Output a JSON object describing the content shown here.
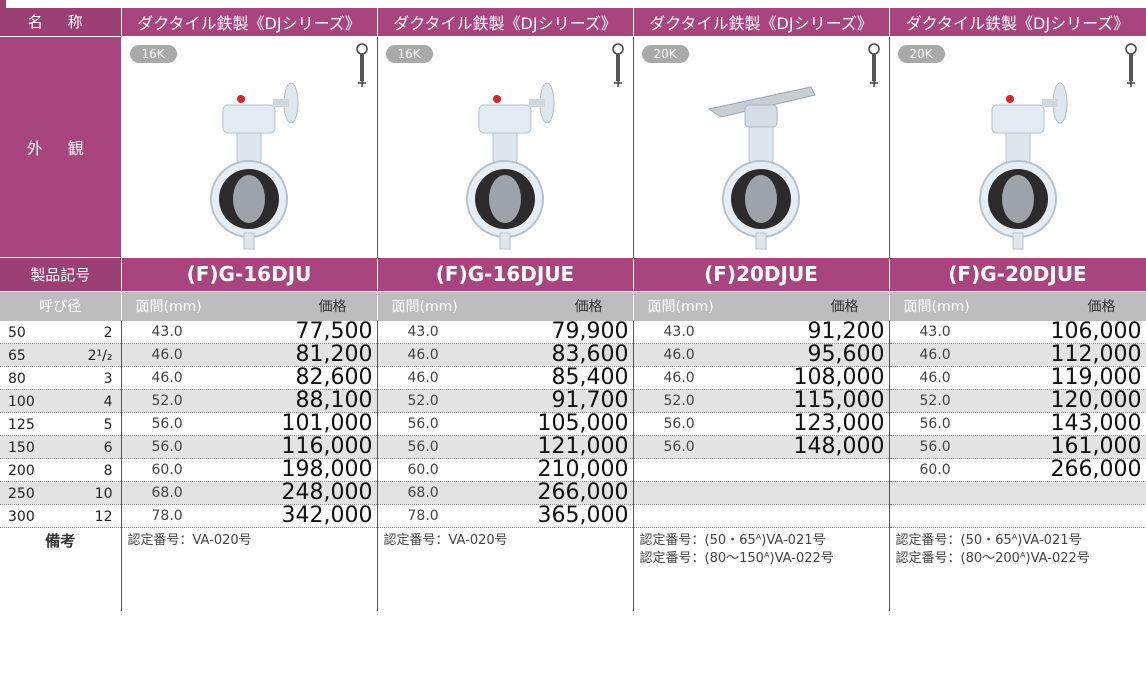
{
  "colors": {
    "accent": "#a8457f",
    "subheader": "#bdbdbd",
    "row_alt": "#e3e3e3"
  },
  "header": {
    "label": "名 称",
    "columns": [
      "ダクタイル鉄製《DJシリーズ》",
      "ダクタイル鉄製《DJシリーズ》",
      "ダクタイル鉄製《DJシリーズ》",
      "ダクタイル鉄製《DJシリーズ》"
    ]
  },
  "appearance": {
    "label": "外 観",
    "pressures": [
      "16K",
      "16K",
      "20K",
      "20K"
    ],
    "icons": [
      "butterfly-valve-gear-icon",
      "butterfly-valve-gear-icon",
      "butterfly-valve-lever-icon",
      "butterfly-valve-gear-icon"
    ]
  },
  "codes": {
    "label": "製品記号",
    "values": [
      "(F)G-16DJU",
      "(F)G-16DJUE",
      "(F)20DJUE",
      "(F)G-20DJUE"
    ]
  },
  "subheader": {
    "label": "呼び径",
    "face_label": "面間(mm)",
    "price_label": "価格"
  },
  "rows": [
    {
      "a": "50",
      "b": "2",
      "cols": [
        [
          "43.0",
          "77,500"
        ],
        [
          "43.0",
          "79,900"
        ],
        [
          "43.0",
          "91,200"
        ],
        [
          "43.0",
          "106,000"
        ]
      ]
    },
    {
      "a": "65",
      "b": "2¹/₂",
      "cols": [
        [
          "46.0",
          "81,200"
        ],
        [
          "46.0",
          "83,600"
        ],
        [
          "46.0",
          "95,600"
        ],
        [
          "46.0",
          "112,000"
        ]
      ]
    },
    {
      "a": "80",
      "b": "3",
      "cols": [
        [
          "46.0",
          "82,600"
        ],
        [
          "46.0",
          "85,400"
        ],
        [
          "46.0",
          "108,000"
        ],
        [
          "46.0",
          "119,000"
        ]
      ]
    },
    {
      "a": "100",
      "b": "4",
      "cols": [
        [
          "52.0",
          "88,100"
        ],
        [
          "52.0",
          "91,700"
        ],
        [
          "52.0",
          "115,000"
        ],
        [
          "52.0",
          "120,000"
        ]
      ]
    },
    {
      "a": "125",
      "b": "5",
      "cols": [
        [
          "56.0",
          "101,000"
        ],
        [
          "56.0",
          "105,000"
        ],
        [
          "56.0",
          "123,000"
        ],
        [
          "56.0",
          "143,000"
        ]
      ]
    },
    {
      "a": "150",
      "b": "6",
      "cols": [
        [
          "56.0",
          "116,000"
        ],
        [
          "56.0",
          "121,000"
        ],
        [
          "56.0",
          "148,000"
        ],
        [
          "56.0",
          "161,000"
        ]
      ]
    },
    {
      "a": "200",
      "b": "8",
      "cols": [
        [
          "60.0",
          "198,000"
        ],
        [
          "60.0",
          "210,000"
        ],
        [
          "",
          ""
        ],
        [
          "60.0",
          "266,000"
        ]
      ]
    },
    {
      "a": "250",
      "b": "10",
      "cols": [
        [
          "68.0",
          "248,000"
        ],
        [
          "68.0",
          "266,000"
        ],
        [
          "",
          ""
        ],
        [
          "",
          ""
        ]
      ]
    },
    {
      "a": "300",
      "b": "12",
      "cols": [
        [
          "78.0",
          "342,000"
        ],
        [
          "78.0",
          "365,000"
        ],
        [
          "",
          ""
        ],
        [
          "",
          ""
        ]
      ]
    }
  ],
  "remarks": {
    "label": "備考",
    "values": [
      "認定番号：VA-020号",
      "認定番号：VA-020号",
      "認定番号：(50・65ᴬ)VA-021号\n認定番号：(80〜150ᴬ)VA-022号",
      "認定番号：(50・65ᴬ)VA-021号\n認定番号：(80〜200ᴬ)VA-022号"
    ]
  }
}
